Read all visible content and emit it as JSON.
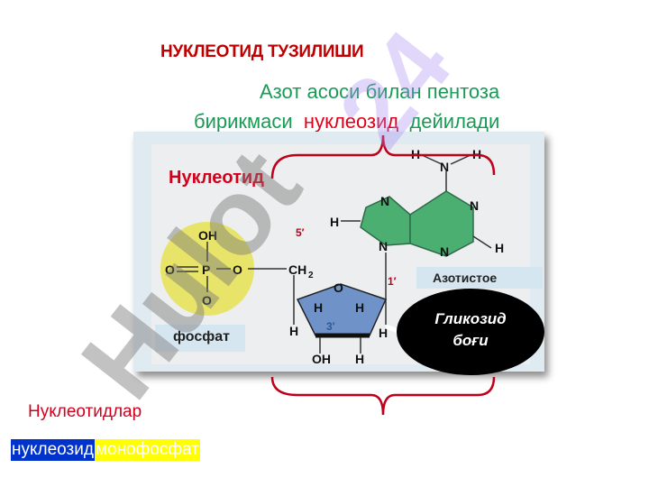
{
  "title": "НУКЛЕОТИД ТУЗИЛИШИ",
  "definition": {
    "line1": "Азот асоси билан пентоза",
    "line2_start": "бирикмаси  ",
    "line2_term": "нуклеозид",
    "line2_end": "  дейилади"
  },
  "diagram": {
    "heading": "Нуклеотид",
    "base_label": "Азотистое",
    "phosphate_label": "фосфат",
    "bond_label_1": "Гликозид",
    "bond_label_2": "боғи",
    "atoms": {
      "oh": "OH",
      "o": "O",
      "p": "P",
      "o_minus": "O",
      "ch2": "CH",
      "sub2": "2",
      "n": "N",
      "h": "H",
      "c5": "5′",
      "c1": "1′",
      "c3": "3′"
    }
  },
  "footer": {
    "nucleotides": "Нуклеотидлар",
    "part_nucleoside": "нуклеозид",
    "part_monophosphate": "монофосфат"
  },
  "colors": {
    "title": "#c00000",
    "green": "#1a9a55",
    "red": "#e0001b",
    "base": "#4caf72",
    "sugar": "#6f93c8",
    "phosphate": "#e8e46a"
  },
  "watermark": "Hulot24"
}
